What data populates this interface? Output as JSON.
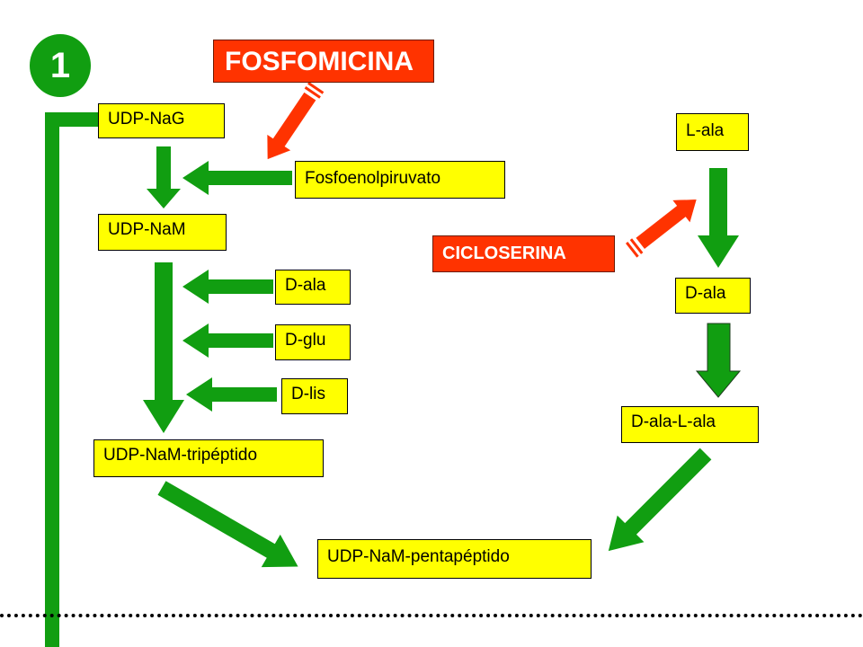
{
  "step_number": "1",
  "inhibitors": {
    "fosfomicina": "FOSFOMICINA",
    "cicloserina": "CICLOSERINA"
  },
  "nodes": {
    "udp_nag": "UDP-NaG",
    "fosfoenolpiruvato": "Fosfoenolpiruvato",
    "udp_nam": "UDP-NaM",
    "d_ala_left": "D-ala",
    "d_glu": "D-glu",
    "d_lis": "D-lis",
    "udp_nam_tripeptido": "UDP-NaM-tripéptido",
    "udp_nam_pentapeptido": "UDP-NaM-pentapéptido",
    "l_ala": "L-ala",
    "d_ala_right": "D-ala",
    "d_ala_l_ala": "D-ala-L-ala"
  },
  "colors": {
    "box_fill": "#ffff00",
    "arrow_green": "#119e11",
    "inhibitor_red": "#ff3300"
  }
}
